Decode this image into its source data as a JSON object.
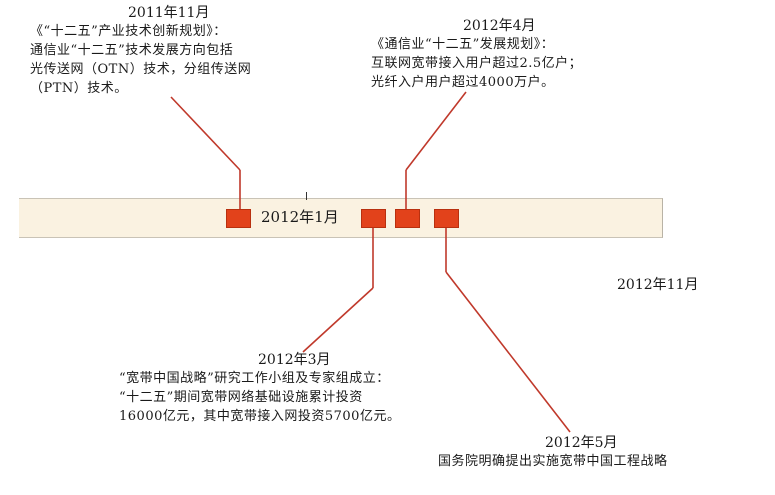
{
  "axis": {
    "label": "2012年1月"
  },
  "events": [
    {
      "date": "2011年11月",
      "lines": [
        "《“十二五”产业技术创新规划》：",
        "通信业“十二五”技术发展方向包括",
        "光传送网（OTN）技术，分组传送网",
        "（PTN）技术。"
      ]
    },
    {
      "date": "2012年4月",
      "lines": [
        "《通信业“十二五”发展规划》：",
        "互联网宽带接入用户超过2.5亿户；",
        "光纤入户用户超过4000万户。"
      ]
    },
    {
      "date": "2012年3月",
      "lines": [
        "“宽带中国战略”研究工作小组及专家组成立：",
        "“十二五”期间宽带网络基础设施累计投资",
        "16000亿元，其中宽带接入网投资5700亿元。"
      ]
    },
    {
      "date": "2012年5月",
      "lines": [
        "国务院明确提出实施宽带中国工程战略"
      ]
    }
  ],
  "standalone_date": "2012年11月",
  "colors": {
    "marker": "#e2421b",
    "band": "#faf2e1",
    "line": "#c0392b"
  }
}
